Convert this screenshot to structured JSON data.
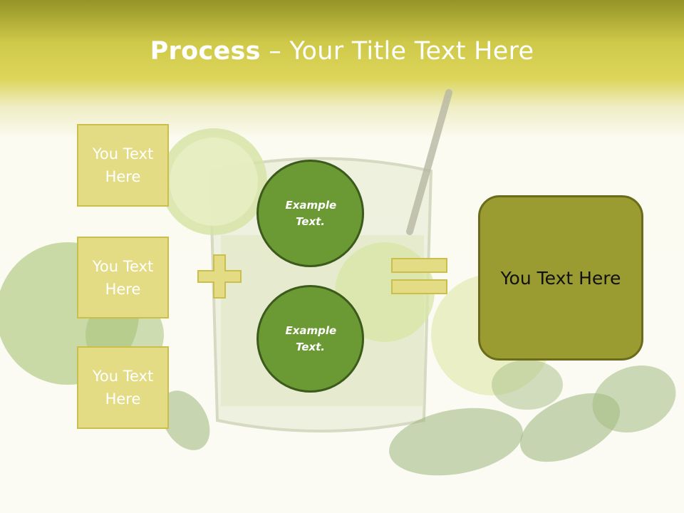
{
  "title": {
    "bold": "Process",
    "dash": " – ",
    "rest": "Your Title Text Here"
  },
  "boxes": [
    {
      "label": "You Text Here"
    },
    {
      "label": "You Text Here"
    },
    {
      "label": "You Text Here"
    }
  ],
  "circles": [
    {
      "label": "Example Text."
    },
    {
      "label": "Example Text."
    }
  ],
  "result": {
    "label": "You Text Here"
  },
  "colors": {
    "box_fill": "#e3dc85",
    "circle_fill": "#6b9a34",
    "result_fill": "#9a9b31",
    "header": "#d8d155"
  }
}
